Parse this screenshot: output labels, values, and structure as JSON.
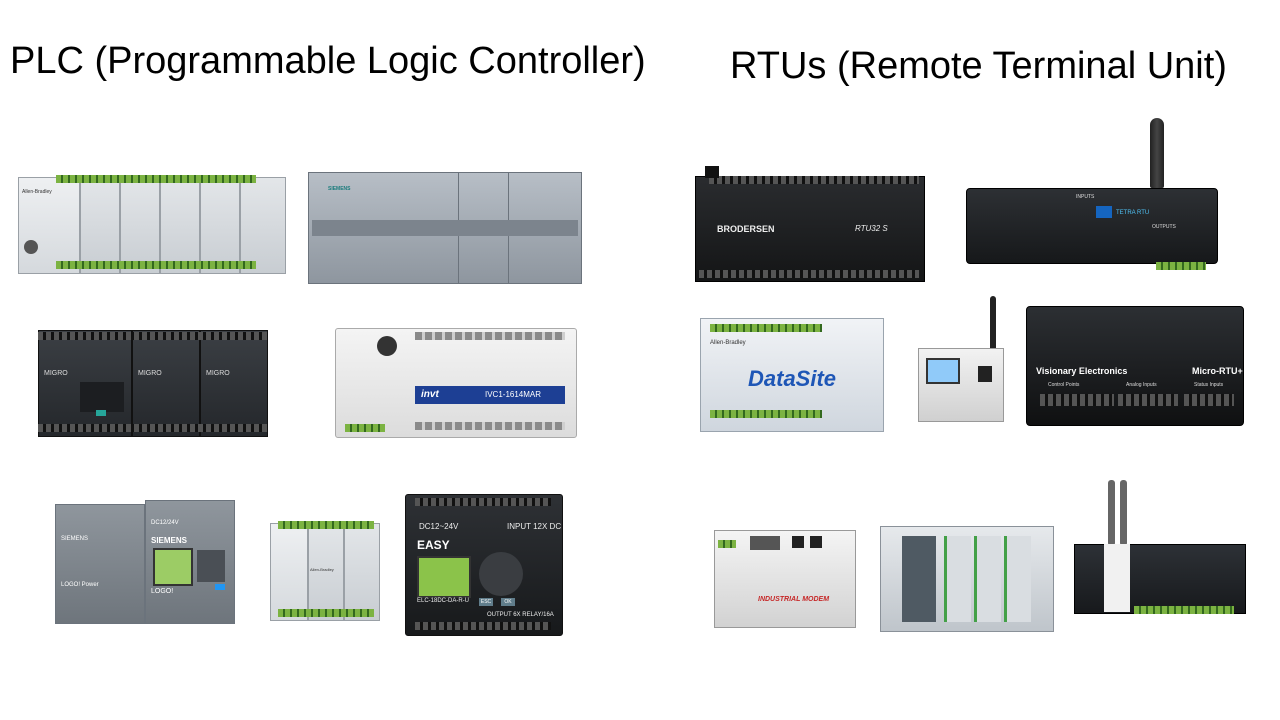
{
  "titles": {
    "plc": "PLC (Programmable Logic Controller)",
    "rtu": "RTUs (Remote Terminal Unit)"
  },
  "devices": {
    "micro850": {
      "brand": "Allen-Bradley"
    },
    "s7_1200": {
      "brand": "SIEMENS"
    },
    "migro": {
      "brand": "MIGRO"
    },
    "invt": {
      "brand": "invt",
      "model": "IVC1-1614MAR"
    },
    "logo": {
      "brand": "SIEMENS",
      "product": "LOGO!",
      "power": "LOGO! Power",
      "voltage": "DC12/24V"
    },
    "micro810": {
      "brand": "Allen-Bradley"
    },
    "easy": {
      "brand": "EASY",
      "voltage": "DC12~24V",
      "inputs": "INPUT 12X DC",
      "model": "ELC-18DC-DA-R-U",
      "outputs": "OUTPUT 6X  RELAY/16A",
      "esc": "ESC",
      "ok": "OK"
    },
    "rtu32s": {
      "brand": "BRODERSEN",
      "model": "RTU32 S"
    },
    "tetra": {
      "brand": "TETRA RTU",
      "inputs": "INPUTS",
      "outputs": "OUTPUTS"
    },
    "datasite": {
      "brand": "Allen-Bradley",
      "product": "DataSite"
    },
    "micrortu": {
      "brand": "Visionary Electronics",
      "model": "Micro-RTU+",
      "points": "Control Points",
      "analog": "Analog Inputs",
      "status": "Status Inputs"
    },
    "modem": {
      "label": "INDUSTRIAL MODEM"
    }
  },
  "colors": {
    "background": "#ffffff",
    "text": "#000000",
    "green_terminal": "#7cb342"
  }
}
